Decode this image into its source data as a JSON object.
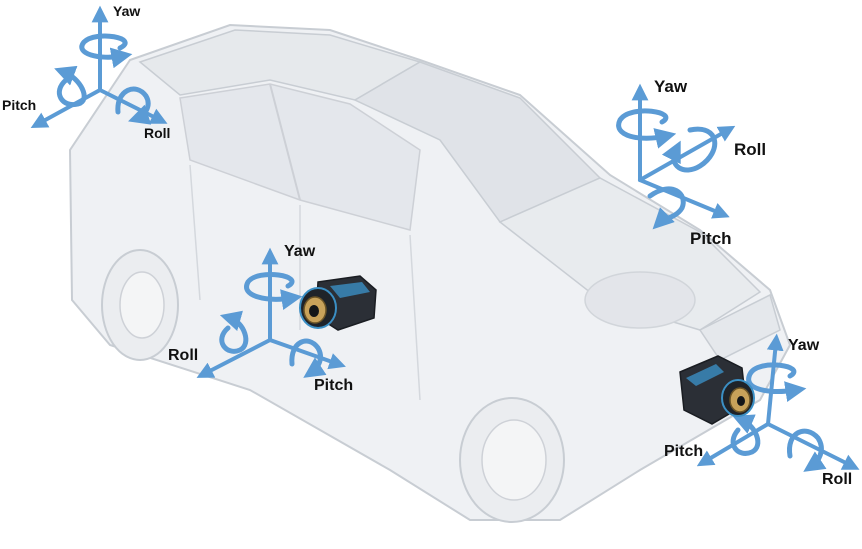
{
  "colors": {
    "axis": "#5b9bd5",
    "axis_dark": "#3f7fbf",
    "car_fill": "#eef0f3",
    "car_stroke": "#c3c8cf",
    "camera_body": "#2b2f36",
    "camera_accent": "#3b8fc4",
    "lens_ring": "#c8a25a"
  },
  "icons": [
    "car-illustration",
    "camera-icon",
    "rotation-arrow-icon"
  ],
  "frames": [
    {
      "id": "rear-top-left",
      "yaw_label": "Yaw",
      "pitch_label": "Pitch",
      "roll_label": "Roll"
    },
    {
      "id": "front-top-right",
      "yaw_label": "Yaw",
      "pitch_label": "Pitch",
      "roll_label": "Roll"
    },
    {
      "id": "side-camera",
      "yaw_label": "Yaw",
      "pitch_label": "Pitch",
      "roll_label": "Roll"
    },
    {
      "id": "front-camera",
      "yaw_label": "Yaw",
      "pitch_label": "Pitch",
      "roll_label": "Roll"
    }
  ]
}
